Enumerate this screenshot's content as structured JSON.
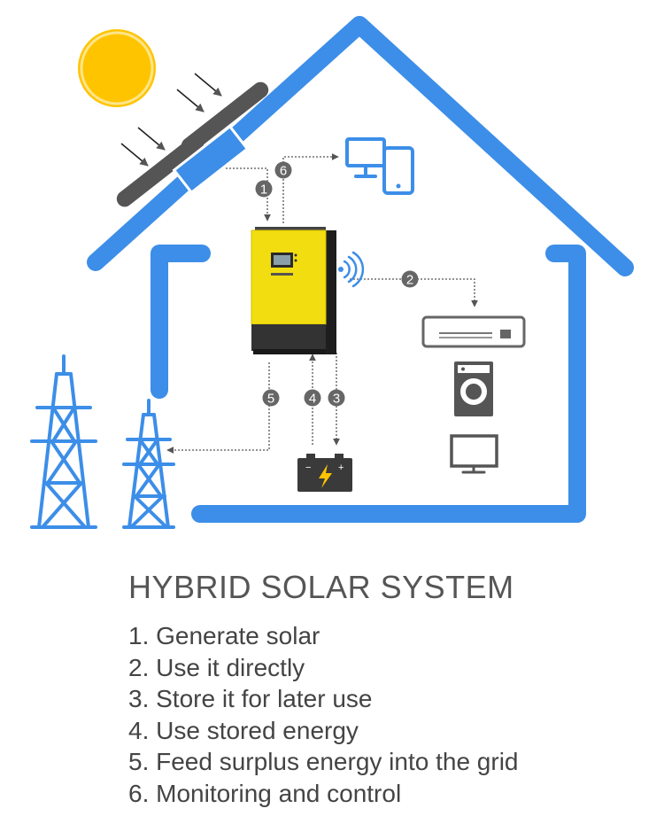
{
  "title": "HYBRID SOLAR SYSTEM",
  "steps": [
    "1. Generate solar",
    "2. Use it directly",
    "3. Store it for later use",
    "4. Use stored energy",
    "5. Feed surplus energy into the grid",
    "6. Monitoring and control"
  ],
  "badges": [
    "1",
    "2",
    "3",
    "4",
    "5",
    "6"
  ],
  "colors": {
    "house": "#3c8ee8",
    "sun": "#ffc400",
    "inverter": "#f2de10",
    "panel": "#555555",
    "badge": "#666666",
    "appliance": "#555555"
  },
  "icons": [
    "sun-icon",
    "solar-panel-icon",
    "inverter-icon",
    "wifi-icon",
    "monitor-icon",
    "phone-icon",
    "air-conditioner-icon",
    "washing-machine-icon",
    "tv-icon",
    "battery-icon",
    "power-tower-icon"
  ]
}
